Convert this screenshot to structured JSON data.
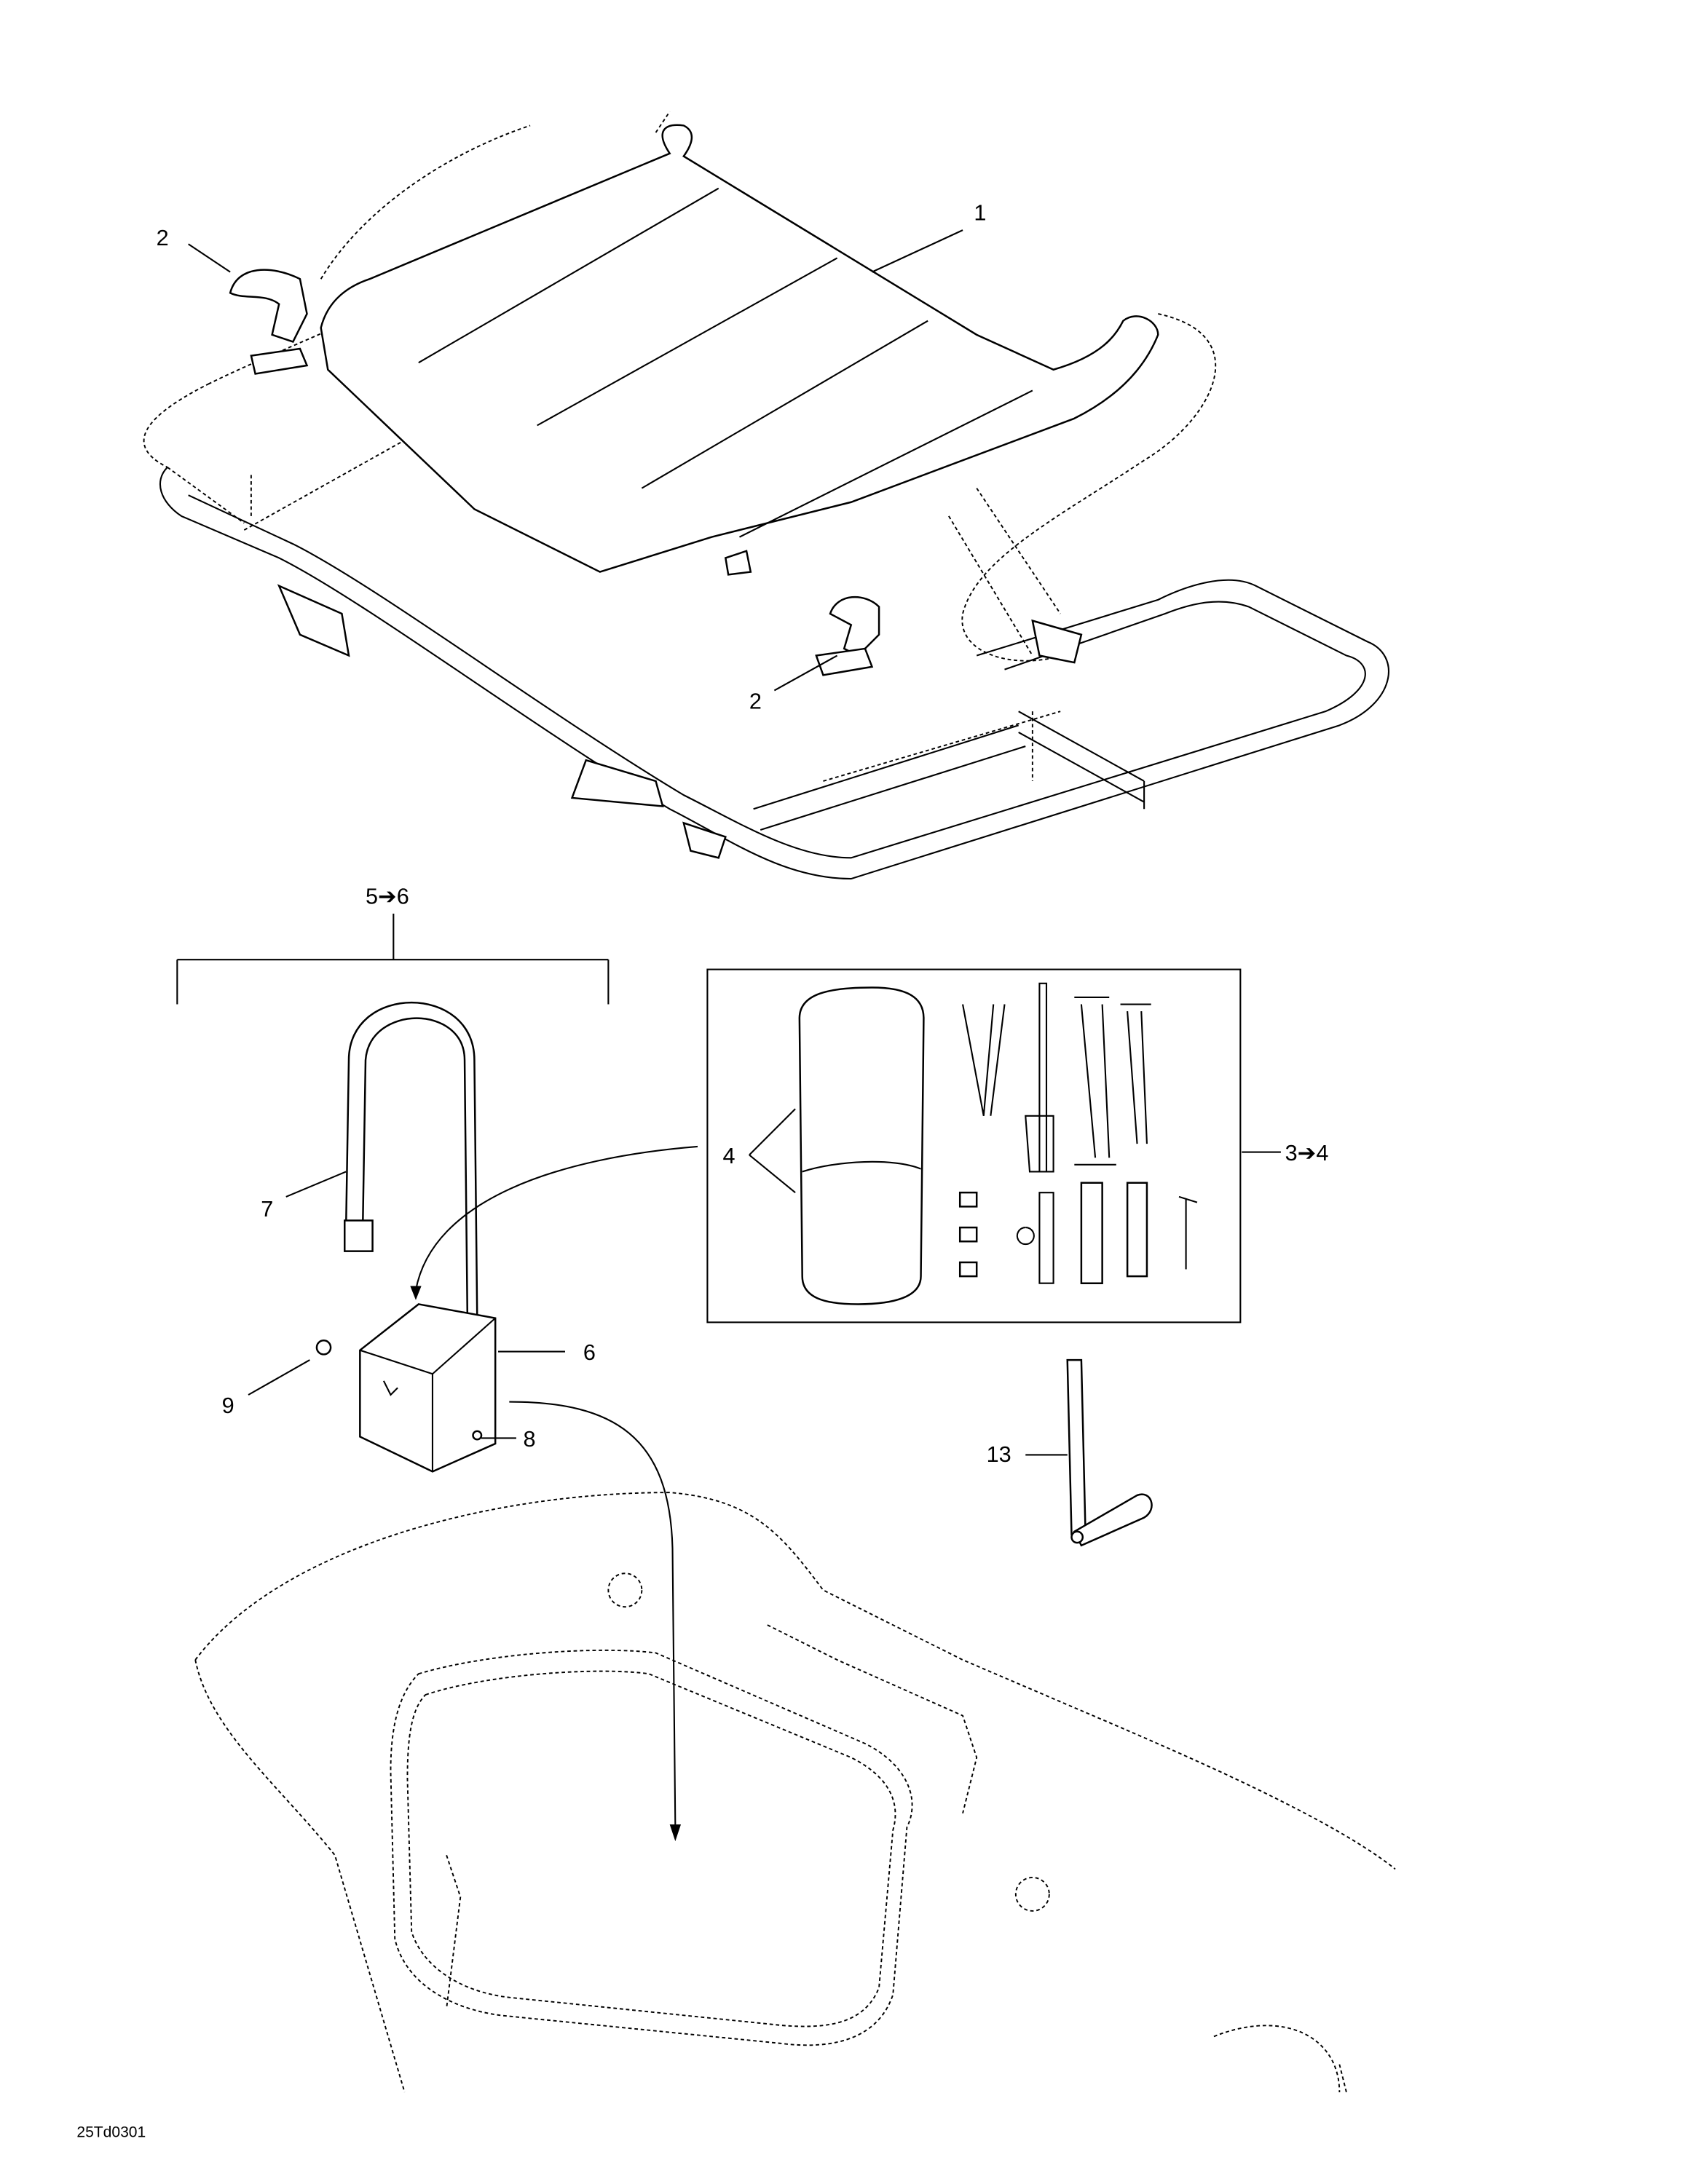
{
  "diagram_code": "25Td0301",
  "callouts": {
    "seat": "1",
    "clip_top": "2",
    "clip_bottom": "2",
    "tool_kit_range": "3➔4",
    "tool_bag": "4",
    "holder_range": "5➔6",
    "holder": "6",
    "strap": "7",
    "screw": "8",
    "washer": "9",
    "lever": "13"
  },
  "colors": {
    "line": "#000000",
    "background": "#ffffff"
  }
}
